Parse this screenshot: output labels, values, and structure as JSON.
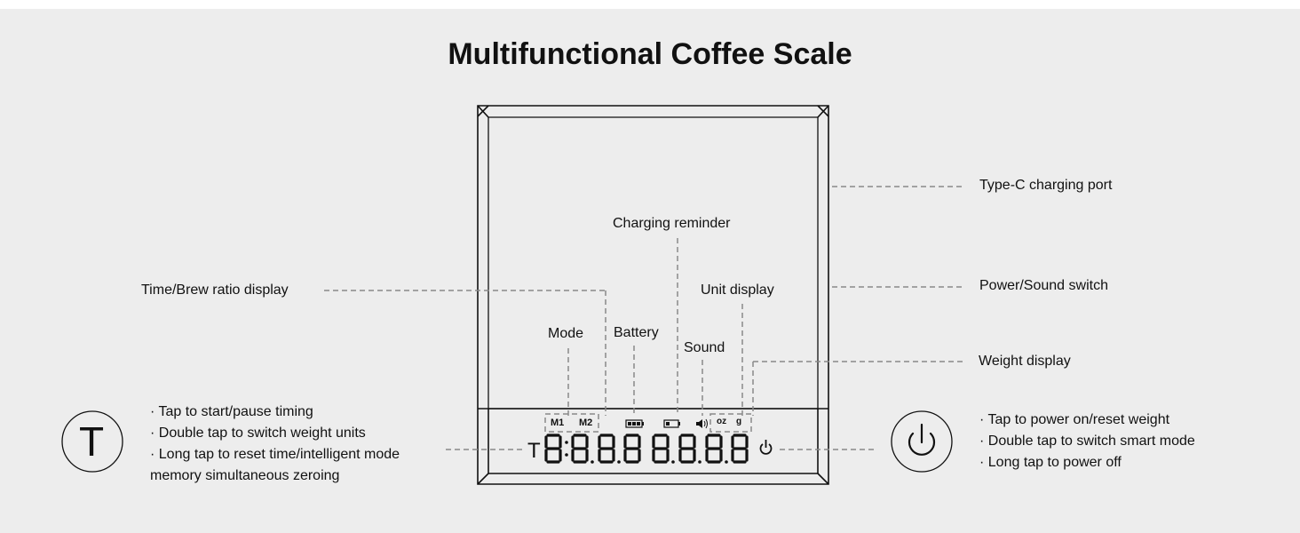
{
  "title": "Multifunctional Coffee Scale",
  "labels": {
    "charging_port": "Type-C charging port",
    "charging_reminder": "Charging reminder",
    "time_ratio": "Time/Brew ratio display",
    "unit_display": "Unit display",
    "power_sound": "Power/Sound switch",
    "mode": "Mode",
    "battery": "Battery",
    "sound": "Sound",
    "weight_display": "Weight display"
  },
  "lcd": {
    "m1": "M1",
    "m2": "M2",
    "unit_oz": "oz",
    "unit_g": "g",
    "t_key": "T",
    "digits": "8:8.8.8 8.8.8.8"
  },
  "t_button": {
    "symbol": "T",
    "lines": [
      "· Tap to start/pause timing",
      "· Double tap to switch weight units",
      "· Long tap to reset time/intelligent mode",
      "memory simultaneous zeroing"
    ]
  },
  "power_button": {
    "icon": "power-icon",
    "lines": [
      "· Tap to power on/reset weight",
      "· Double tap to switch smart mode",
      "· Long tap to power off"
    ]
  },
  "colors": {
    "background": "#ededed",
    "line": "#111111",
    "leader": "#888888"
  }
}
